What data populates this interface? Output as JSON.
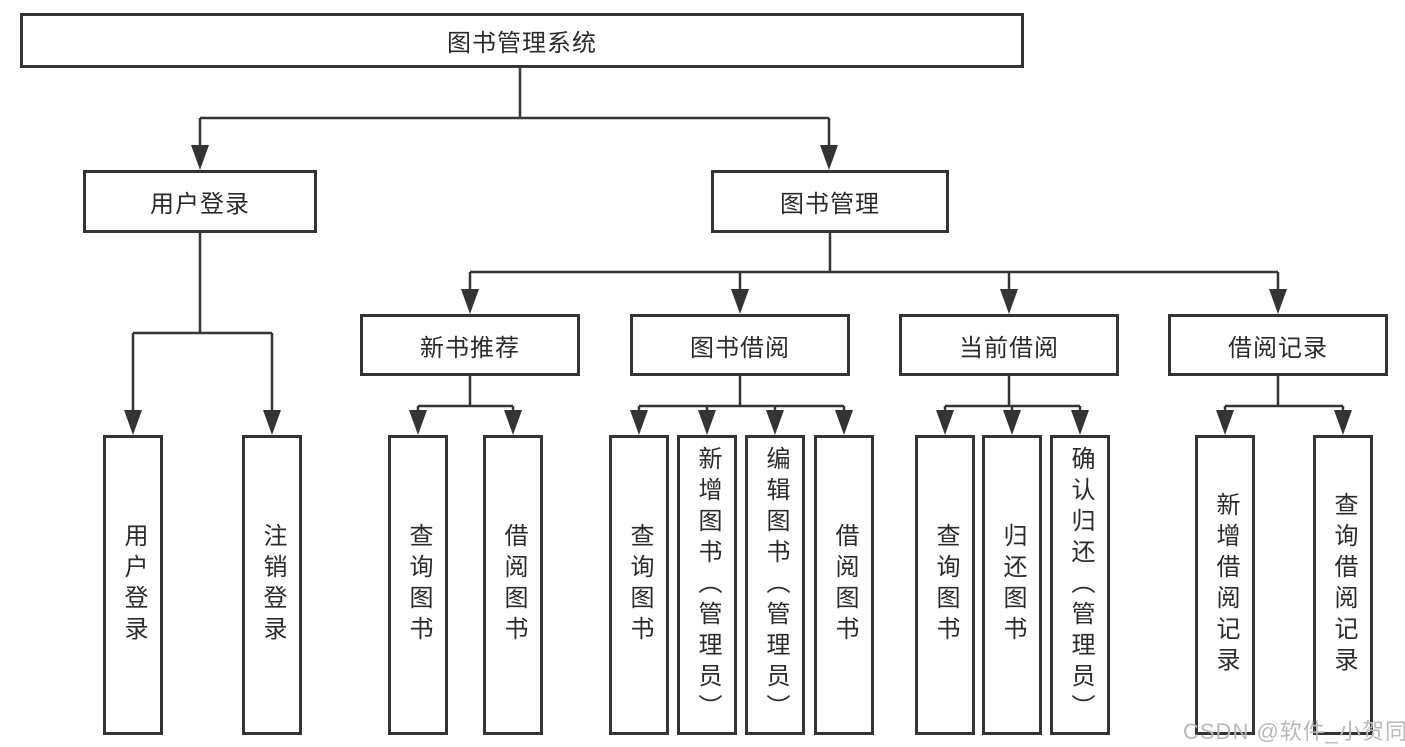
{
  "diagram": {
    "root": {
      "label": "图书管理系统"
    },
    "level2": {
      "user_login": {
        "label": "用户登录"
      },
      "book_management": {
        "label": "图书管理"
      }
    },
    "level3": {
      "new_book_recommend": {
        "label": "新书推荐"
      },
      "book_borrow": {
        "label": "图书借阅"
      },
      "current_borrow": {
        "label": "当前借阅"
      },
      "borrow_records": {
        "label": "借阅记录"
      }
    },
    "leaves": {
      "user_login": {
        "label": "用户登录"
      },
      "logout": {
        "label": "注销登录"
      },
      "query_books_recommend": {
        "label": "查询图书"
      },
      "borrow_books_recommend": {
        "label": "借阅图书"
      },
      "query_books_borrow": {
        "label": "查询图书"
      },
      "add_books_admin": {
        "label": "新增图书（管理员）"
      },
      "edit_books_admin": {
        "label": "编辑图书（管理员）"
      },
      "borrow_books_borrow": {
        "label": "借阅图书"
      },
      "query_books_current": {
        "label": "查询图书"
      },
      "return_books": {
        "label": "归还图书"
      },
      "confirm_return_admin": {
        "label": "确认归还（管理员）"
      },
      "add_borrow_record": {
        "label": "新增借阅记录"
      },
      "query_borrow_record": {
        "label": "查询借阅记录"
      }
    },
    "colors": {
      "line": "#343434",
      "text": "#2b2b2b",
      "background": "#ffffff",
      "watermark_color": "#b9b9b9"
    },
    "watermark": {
      "text": "CSDN @软件_小贺同学"
    }
  }
}
